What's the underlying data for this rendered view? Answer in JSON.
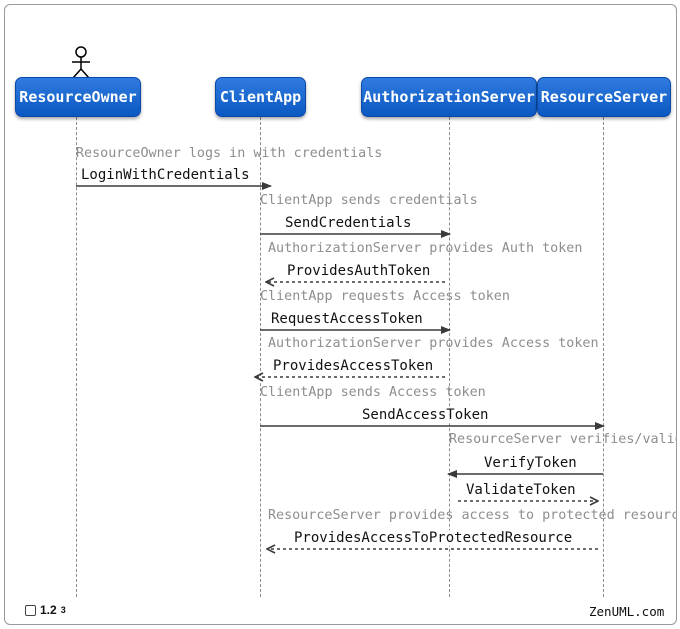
{
  "participants": [
    {
      "name": "ResourceOwner"
    },
    {
      "name": "ClientApp"
    },
    {
      "name": "AuthorizationServer"
    },
    {
      "name": "ResourceServer"
    }
  ],
  "messages": [
    {
      "comment": "ResourceOwner logs in with credentials",
      "label": "LoginWithCredentials",
      "from": "ResourceOwner",
      "to": "ClientApp",
      "kind": "sync"
    },
    {
      "comment": "ClientApp sends credentials",
      "label": "SendCredentials",
      "from": "ClientApp",
      "to": "AuthorizationServer",
      "kind": "sync"
    },
    {
      "comment": "AuthorizationServer provides Auth token",
      "label": "ProvidesAuthToken",
      "from": "AuthorizationServer",
      "to": "ClientApp",
      "kind": "return"
    },
    {
      "comment": "ClientApp requests Access token",
      "label": "RequestAccessToken",
      "from": "ClientApp",
      "to": "AuthorizationServer",
      "kind": "sync"
    },
    {
      "comment": "AuthorizationServer provides Access token",
      "label": "ProvidesAccessToken",
      "from": "AuthorizationServer",
      "to": "ClientApp",
      "kind": "return"
    },
    {
      "comment": "ClientApp sends Access token",
      "label": "SendAccessToken",
      "from": "ClientApp",
      "to": "ResourceServer",
      "kind": "sync"
    },
    {
      "comment": "ResourceServer verifies/validates",
      "label": "VerifyToken",
      "from": "ResourceServer",
      "to": "AuthorizationServer",
      "kind": "sync"
    },
    {
      "comment": "",
      "label": "ValidateToken",
      "from": "AuthorizationServer",
      "to": "ResourceServer",
      "kind": "return"
    },
    {
      "comment": "ResourceServer provides access to protected resource",
      "label": "ProvidesAccessToProtectedResource",
      "from": "ResourceServer",
      "to": "ClientApp",
      "kind": "return"
    }
  ],
  "footer": {
    "version_main": "1.2",
    "version_sub": "3",
    "brand": "ZenUML.com"
  },
  "colors": {
    "participant": "#0b58c2",
    "arrow": "#3a3a3a",
    "comment": "#8e8e8e"
  }
}
